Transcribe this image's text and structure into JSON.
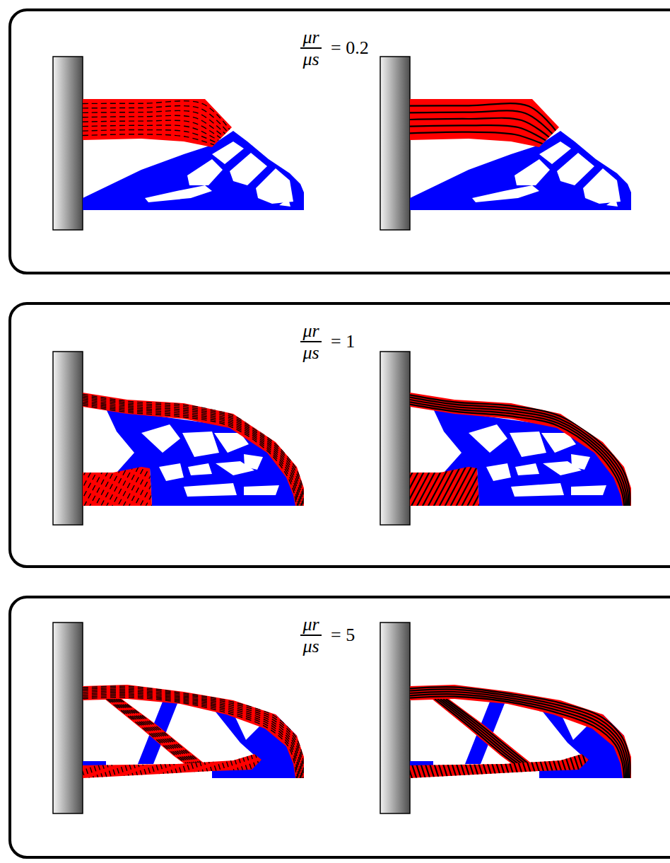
{
  "diagram": {
    "nodes": [
      {
        "text": [
          "μr",
          "μs",
          "= 0.2"
        ]
      },
      {
        "text": [
          "μr",
          "μs",
          "= 1"
        ]
      },
      {
        "text": [
          "μr",
          "μs",
          "= 5"
        ]
      }
    ]
  }
}
